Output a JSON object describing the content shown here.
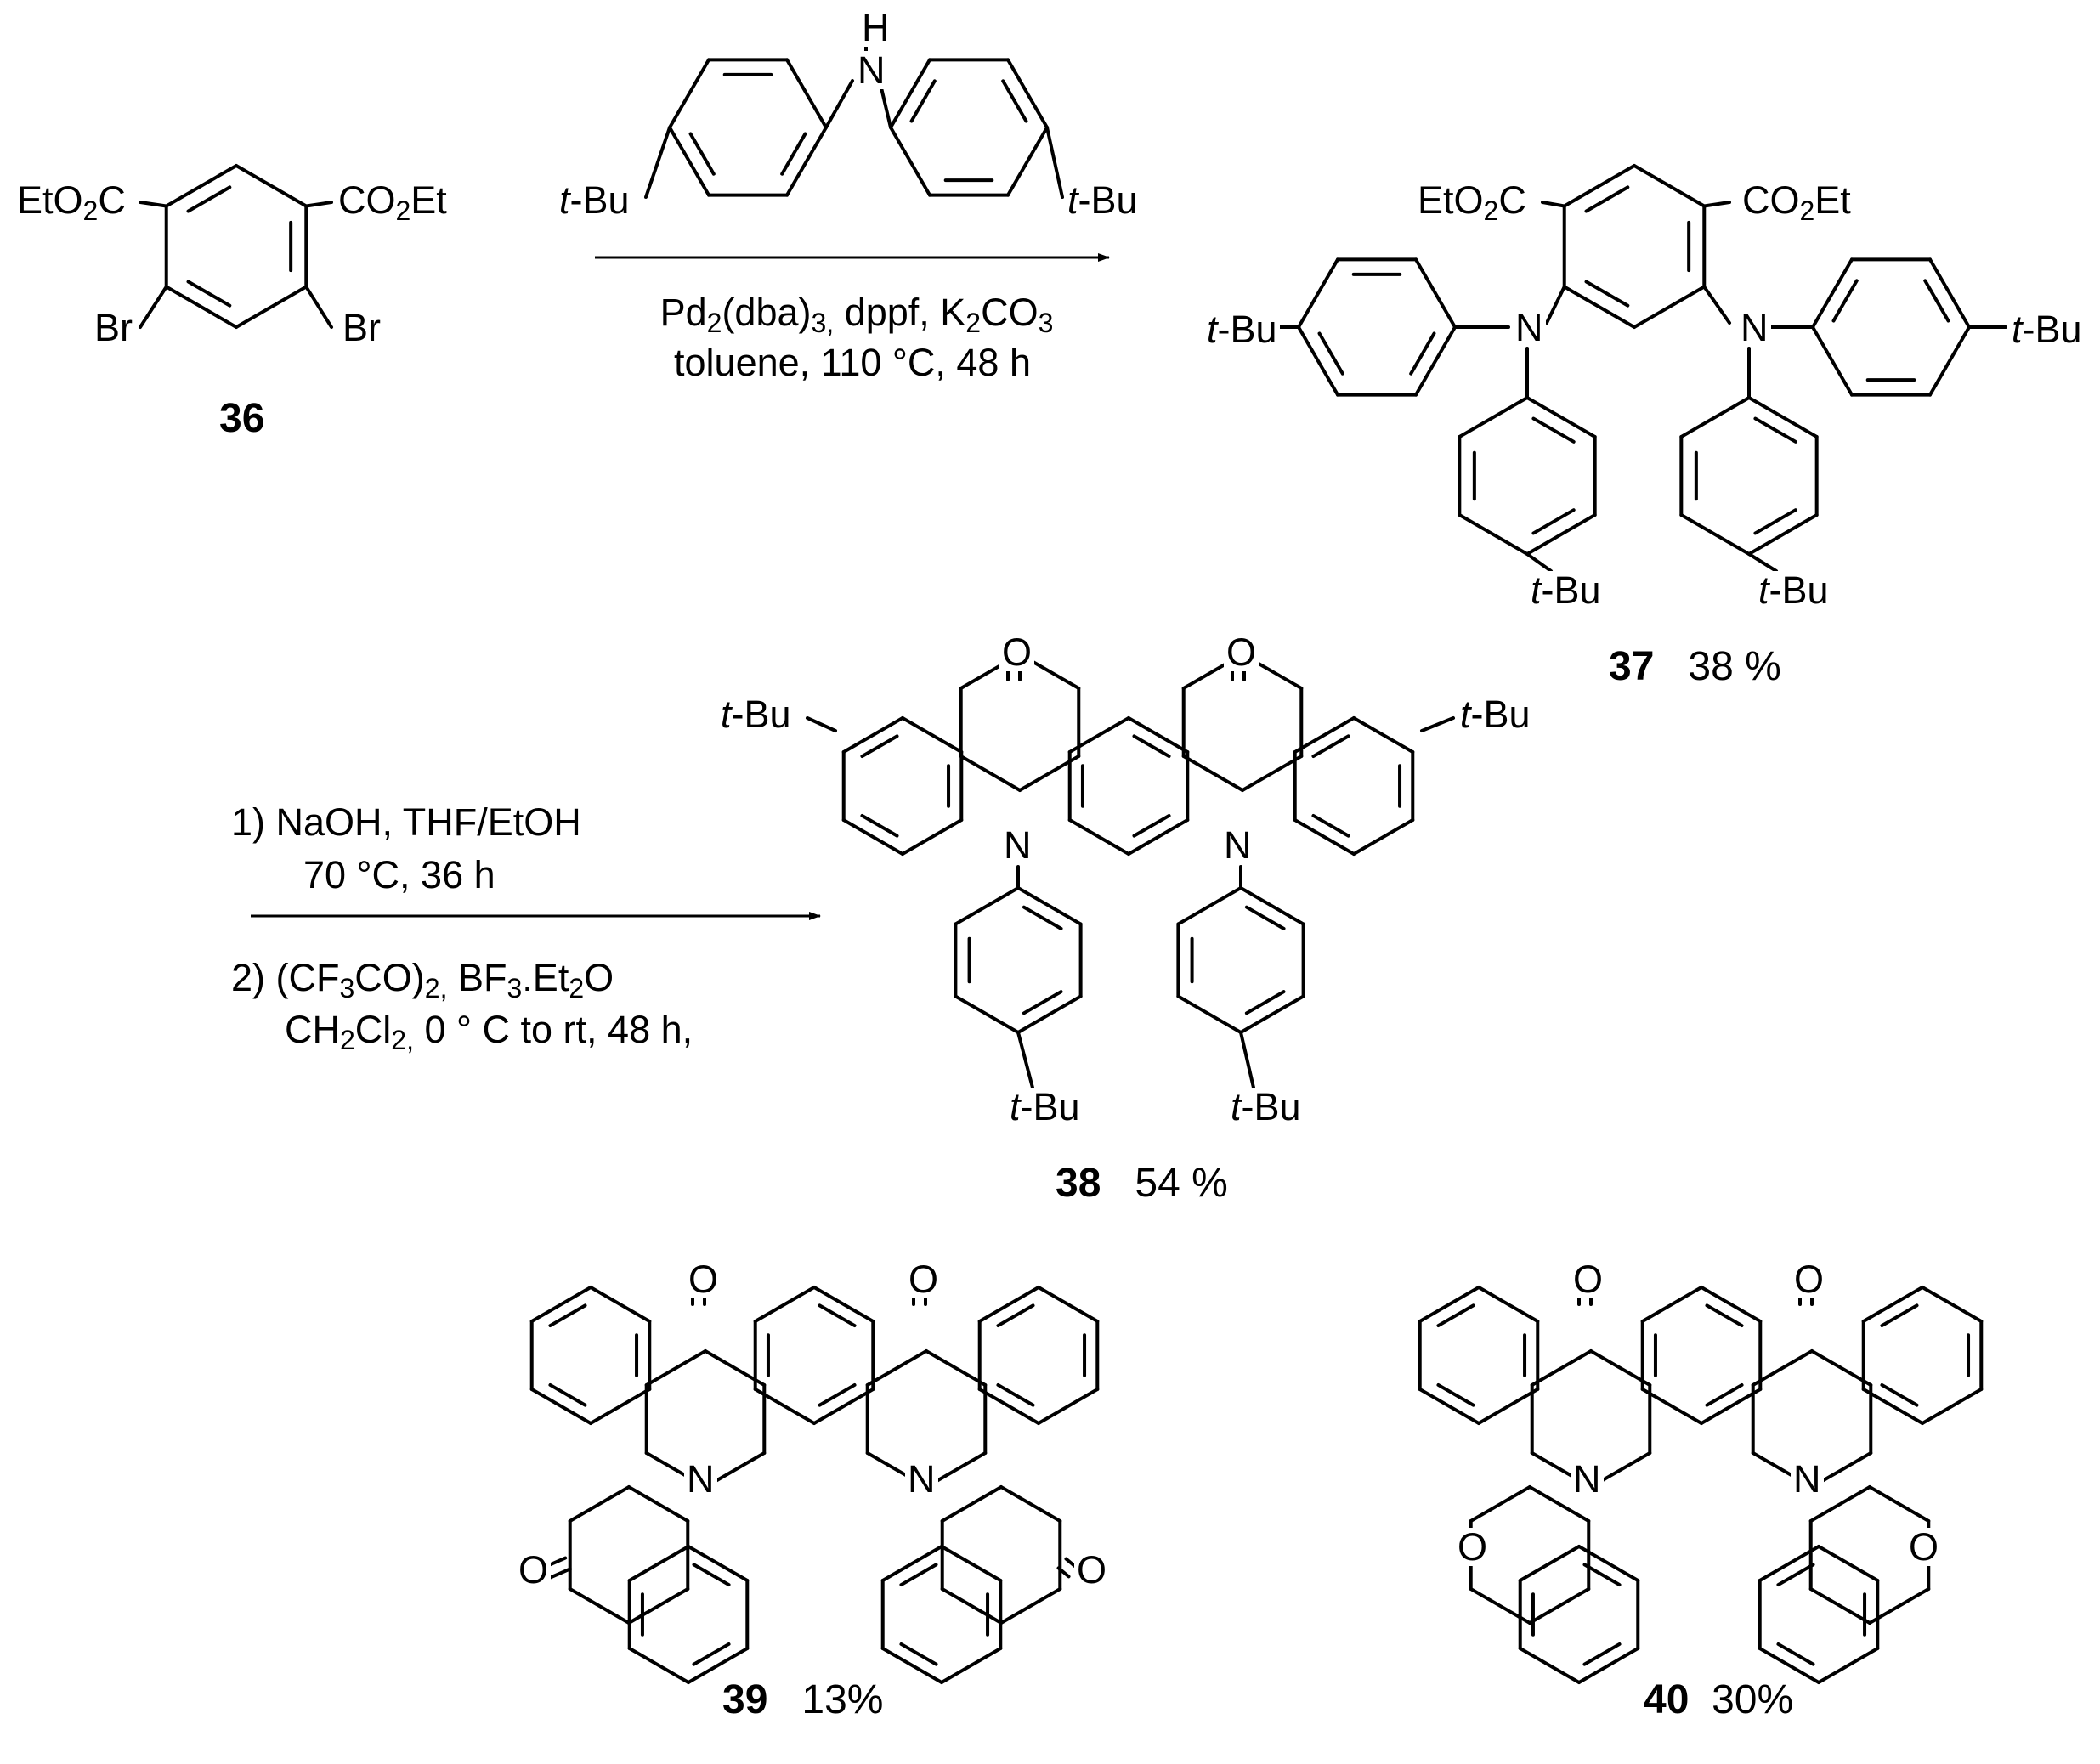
{
  "reagent": {
    "nh": "H",
    "n": "N",
    "tbu_left": "t-Bu",
    "tbu_right": "t-Bu"
  },
  "step1": {
    "line1": "Pd2(dba)3, dppf, K2CO3",
    "line2": "toluene, 110 °C, 48 h"
  },
  "step2": {
    "line1": "1) NaOH, THF/EtOH",
    "line2": "70 °C, 36 h",
    "line3": "2) (CF3CO)2, BF3.Et2O",
    "line4": "CH2Cl2, 0 ° C to rt, 48 h,"
  },
  "compounds": [
    {
      "id": "36",
      "yield": "",
      "labels": [
        "EtO2C",
        "CO2Et",
        "Br",
        "Br"
      ]
    },
    {
      "id": "37",
      "yield": "38 %",
      "labels": [
        "EtO2C",
        "CO2Et",
        "N",
        "N",
        "t-Bu",
        "t-Bu",
        "t-Bu",
        "t-Bu"
      ]
    },
    {
      "id": "38",
      "yield": "54 %",
      "labels": [
        "O",
        "O",
        "N",
        "N",
        "t-Bu",
        "t-Bu",
        "t-Bu",
        "t-Bu"
      ]
    },
    {
      "id": "39",
      "yield": "13%",
      "labels": [
        "O",
        "O",
        "O",
        "O",
        "N",
        "N"
      ]
    },
    {
      "id": "40",
      "yield": "30%",
      "labels": [
        "O",
        "O",
        "O",
        "O",
        "N",
        "N"
      ]
    }
  ]
}
